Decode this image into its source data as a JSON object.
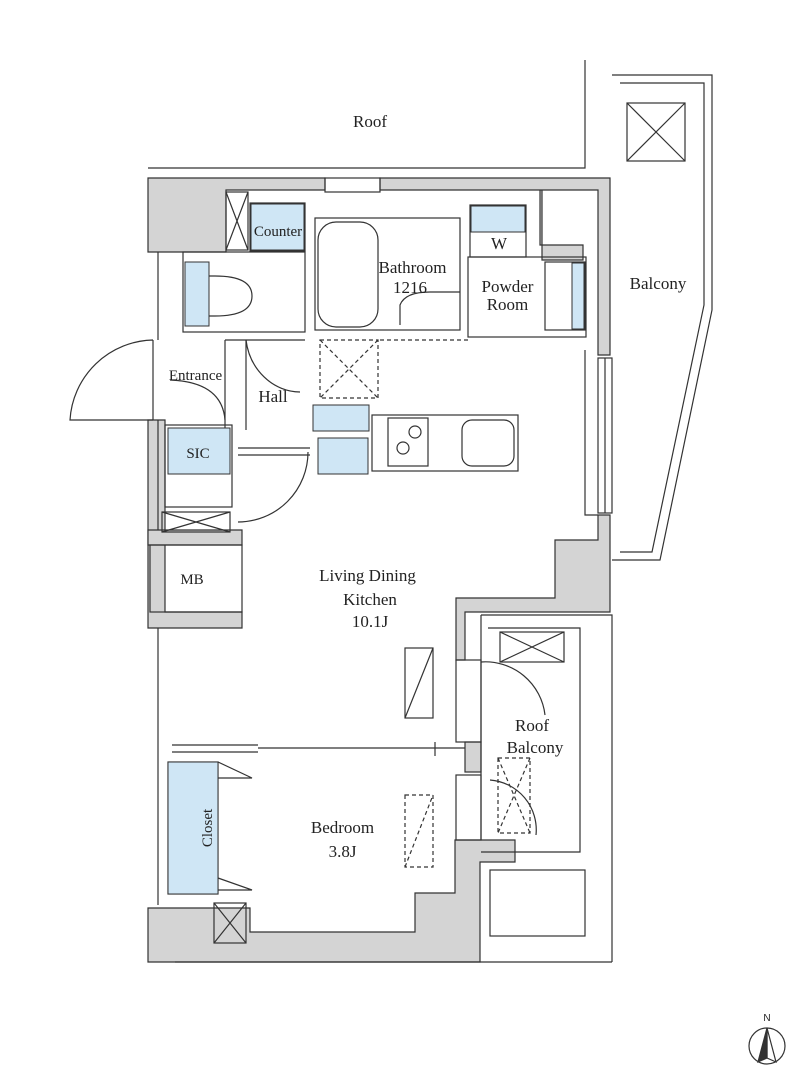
{
  "rooms": {
    "roof_top": "Roof",
    "balcony": "Balcony",
    "counter": "Counter",
    "bathroom_name": "Bathroom",
    "bathroom_size": "1216",
    "washer": "W",
    "powder_line1": "Powder",
    "powder_line2": "Room",
    "entrance": "Entrance",
    "hall": "Hall",
    "sic": "SIC",
    "mb": "MB",
    "ldk_line1": "Living Dining",
    "ldk_line2": "Kitchen",
    "ldk_size": "10.1J",
    "roof_balcony_line1": "Roof",
    "roof_balcony_line2": "Balcony",
    "closet": "Closet",
    "bedroom_name": "Bedroom",
    "bedroom_size": "3.8J"
  },
  "compass": {
    "north": "N"
  },
  "colors": {
    "wall": "#d4d4d4",
    "line": "#333333",
    "fixture": "#cfe6f5"
  }
}
